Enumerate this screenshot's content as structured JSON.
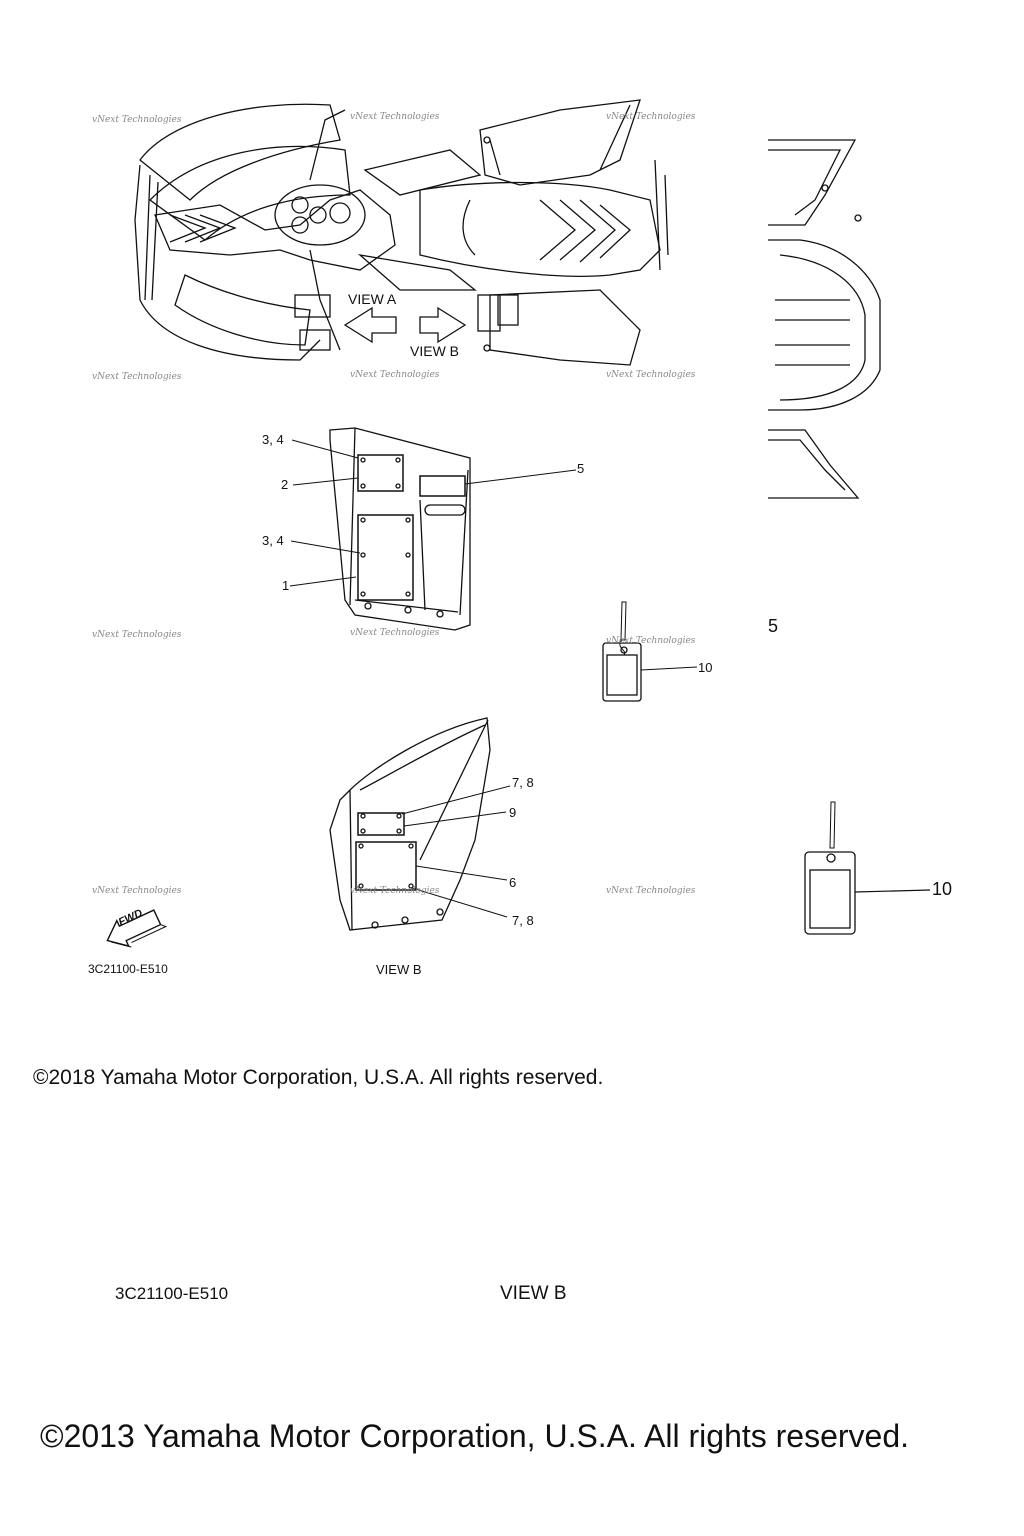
{
  "diagram": {
    "top_view": {
      "view_a_label": "VIEW A",
      "view_b_label": "VIEW B"
    },
    "callouts_view_a": [
      {
        "text": "3, 4"
      },
      {
        "text": "2"
      },
      {
        "text": "5"
      },
      {
        "text": "3, 4"
      },
      {
        "text": "1"
      }
    ],
    "tag_callout": "10",
    "callouts_view_b": [
      {
        "text": "7, 8"
      },
      {
        "text": "9"
      },
      {
        "text": "6"
      },
      {
        "text": "7, 8"
      }
    ],
    "fwd_label": "FWD",
    "part_code": "3C21100-E510",
    "view_b_caption": "VIEW B",
    "copyright_2018": "©2018 Yamaha Motor Corporation, U.S.A. All rights reserved.",
    "right_panel": {
      "callout_5": "5",
      "callout_10": "10"
    },
    "lower": {
      "part_code": "3C21100-E510",
      "view_b_caption": "VIEW B",
      "copyright_2013": "©2013 Yamaha Motor Corporation, U.S.A. All rights reserved."
    },
    "watermark": "vNext Technologies"
  }
}
